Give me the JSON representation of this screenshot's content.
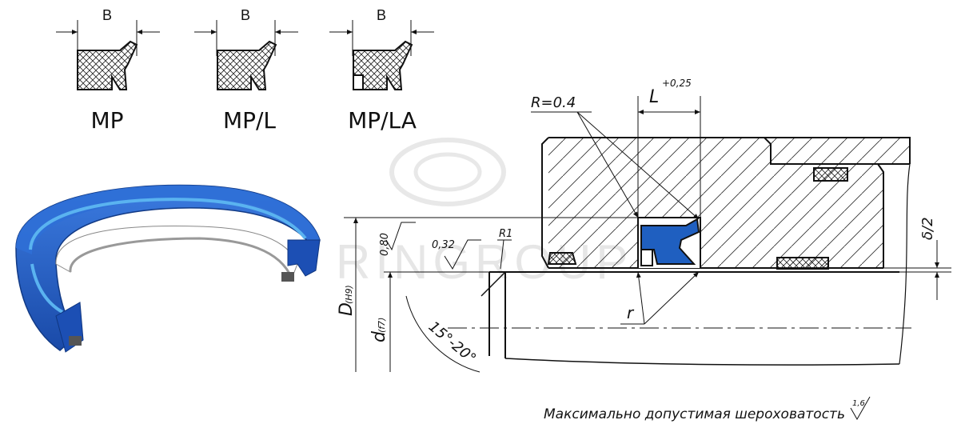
{
  "profiles": [
    {
      "dim": "B",
      "name": "MP"
    },
    {
      "dim": "B",
      "name": "MP/L"
    },
    {
      "dim": "B",
      "name": "MP/LA"
    }
  ],
  "drawing": {
    "radius": "R=0.4",
    "groove_length": "L",
    "groove_tol": "+0,25",
    "gap": "δ/2",
    "roughness_1": "0,80",
    "roughness_2": "0,32",
    "fillet": "R1",
    "diam_bore": "D",
    "diam_bore_tol": "(H9)",
    "diam_rod": "d",
    "diam_rod_tol": "(f7)",
    "chamfer_angle": "15°-20°",
    "groove_radius": "r"
  },
  "footnote": {
    "text": "Максимально допустимая шероховатость",
    "symbol_value": "1,6"
  },
  "watermark": "RINGROUP",
  "colors": {
    "seal_blue": "#1f5fc0",
    "seal_light": "#49a6e8",
    "line": "#111111"
  }
}
